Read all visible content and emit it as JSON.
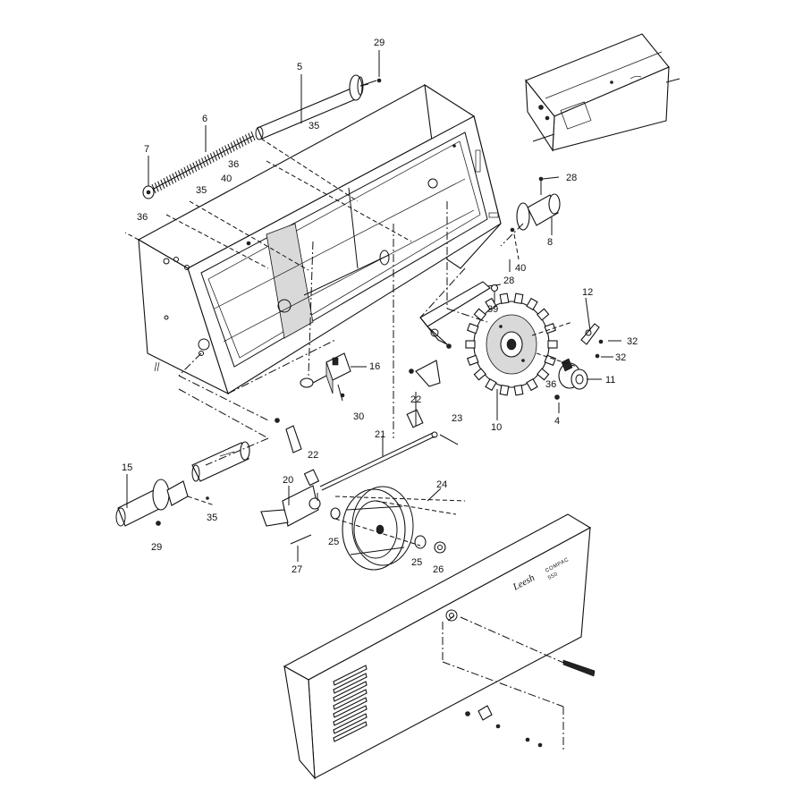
{
  "diagram": {
    "part_labels": [
      "29",
      "5",
      "35",
      "6",
      "7",
      "36",
      "40",
      "35",
      "36",
      "28",
      "8",
      "40",
      "28",
      "39",
      "12",
      "32",
      "32",
      "11",
      "36",
      "4",
      "16",
      "30",
      "22",
      "23",
      "10",
      "21",
      "22",
      "20",
      "24",
      "15",
      "35",
      "29",
      "25",
      "25",
      "26",
      "27"
    ],
    "panel_brand": "Leesh",
    "panel_model": [
      "COMPAC",
      "550"
    ]
  }
}
